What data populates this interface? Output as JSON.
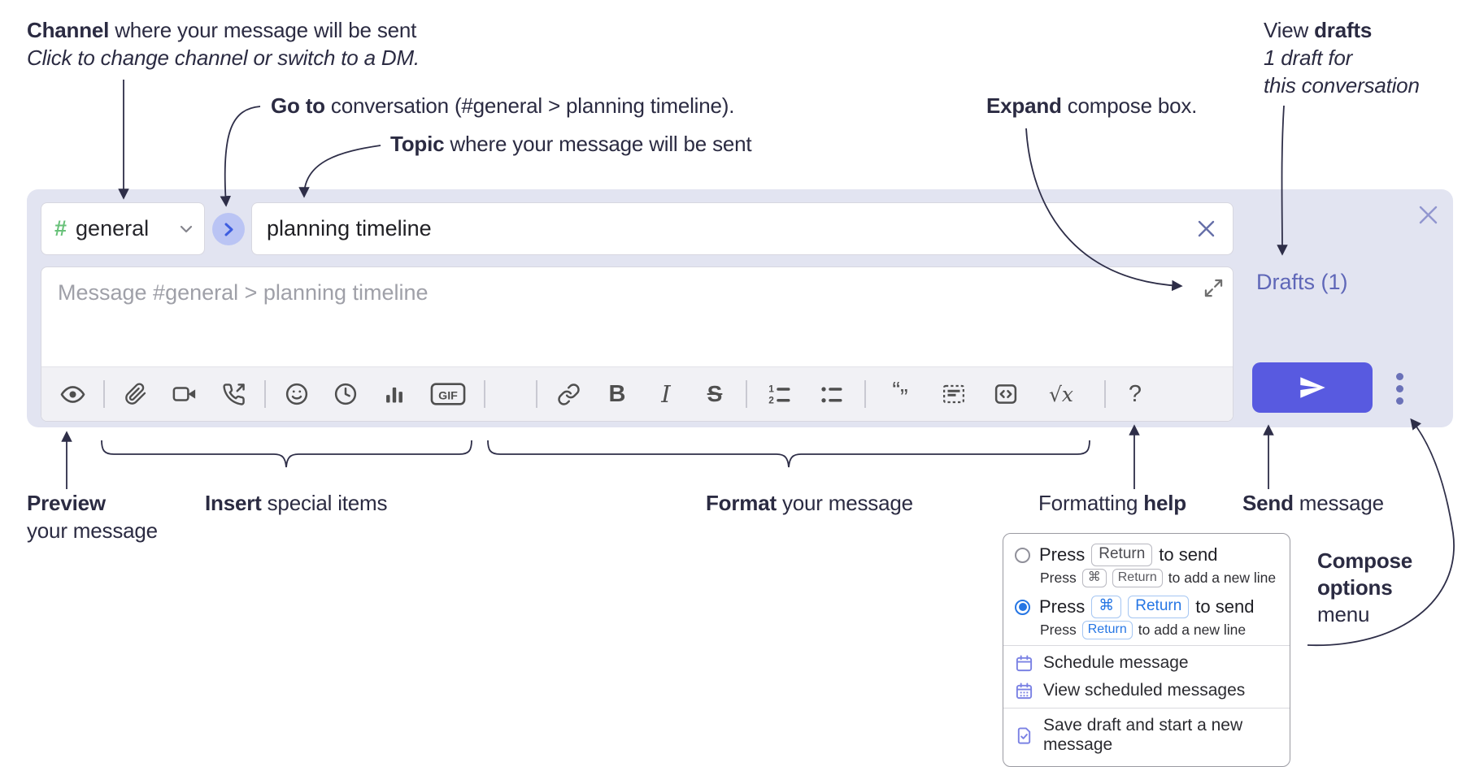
{
  "colors": {
    "compose_background": "#e2e4f1",
    "send_button": "#585ae0",
    "drafts_link": "#5f67b8",
    "annotation_ink": "#2b2b42",
    "channel_hash_green": "#68c179",
    "radio_selected_blue": "#2676e4",
    "goto_circle": "#bac4f4"
  },
  "annotations": {
    "channel_line1_bold": "Channel",
    "channel_line1_rest": " where your message will be sent",
    "channel_line2": "Click to change channel or switch to a DM.",
    "goto_bold": "Go to",
    "goto_rest": " conversation (#general > planning timeline).",
    "topic_bold": "Topic",
    "topic_rest": " where your message will be sent",
    "expand_bold": "Expand",
    "expand_rest": " compose box.",
    "drafts_line1_pre": "View ",
    "drafts_line1_bold": "drafts",
    "drafts_line2": "1 draft for",
    "drafts_line3": "this conversation",
    "preview_bold": "Preview",
    "preview_line2": "your message",
    "insert_bold": "Insert",
    "insert_rest": " special items",
    "format_bold": "Format",
    "format_rest": " your message",
    "help_pre": "Formatting ",
    "help_bold": "help",
    "send_bold": "Send",
    "send_rest": " message",
    "compose_opts_line1": "Compose",
    "compose_opts_line2": "options",
    "compose_opts_line3": "menu"
  },
  "compose": {
    "channel_hash": "#",
    "channel_name": "general",
    "topic_value": "planning timeline",
    "message_placeholder": "Message #general > planning timeline",
    "drafts_link": "Drafts (1)",
    "toolbar_icons": [
      "preview-eye",
      "attach-paperclip",
      "video-call",
      "voice-call",
      "emoji-smiley",
      "time-clock",
      "poll-chart",
      "gif",
      "link",
      "bold",
      "italic",
      "strikethrough",
      "numbered-list",
      "bulleted-list",
      "quote",
      "spoiler",
      "code",
      "math",
      "help"
    ],
    "toolbar_text": {
      "gif": "GIF",
      "bold": "B",
      "italic": "I",
      "strike": "S",
      "quote_open": "“",
      "quote_close": "”",
      "math": "√x",
      "help": "?"
    }
  },
  "popup": {
    "opt1": {
      "press": "Press",
      "key1": "Return",
      "tail": "to send",
      "sub_press": "Press",
      "sub_key1": "⌘",
      "sub_key2": "Return",
      "sub_tail": "to add a new line"
    },
    "opt2": {
      "press": "Press",
      "key1": "⌘",
      "key2": "Return",
      "tail": "to send",
      "sub_press": "Press",
      "sub_key1": "Return",
      "sub_tail": "to add a new line"
    },
    "schedule": "Schedule message",
    "view_scheduled": "View scheduled messages",
    "save_draft": "Save draft and start a new message"
  }
}
